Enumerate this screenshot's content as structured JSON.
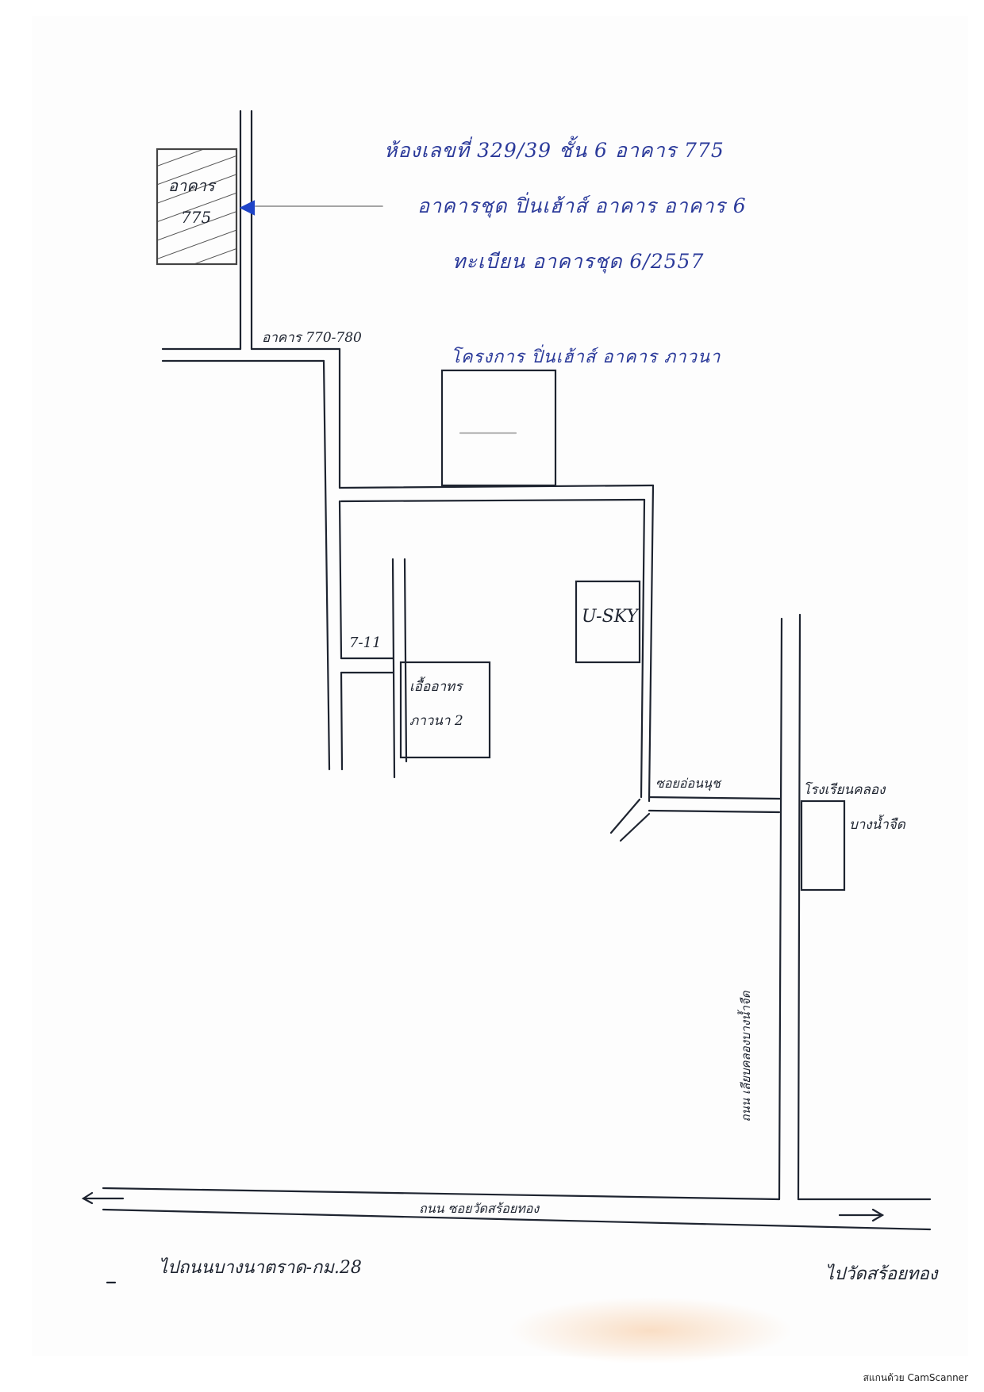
{
  "address": {
    "line1": "ห้องเลขที่ 329/39 ชั้น 6 อาคาร 775",
    "line2": "อาคารชุด ปิ่นเฮ้าส์ อาคาร อาคาร 6",
    "line3": "ทะเบียน อาคารชุด 6/2557"
  },
  "labels": {
    "building_775": [
      "อาคาร",
      "775"
    ],
    "buildings_range": "อาคาร 770-780",
    "project": "โครงการ ปิ่นเฮ้าส์ อาคาร ภาวนา",
    "seven_eleven": "7-11",
    "housing_2": [
      "เอื้ออาทร",
      "ภาวนา 2"
    ],
    "usky": "U-SKY",
    "alley": "ซอยอ่อนนุช",
    "school": [
      "โรงเรียนคลอง",
      "บางน้ำจืด"
    ],
    "road_vertical": "ถนน เลียบคลองบางน้ำจืด",
    "road_bottom": "ถนน ซอยวัดสร้อยทอง",
    "direction_left": "ไปถนนบางนาตราด-กม.28",
    "direction_right": "ไปวัดสร้อยทอง"
  },
  "colors": {
    "ink": "#1e2430",
    "note_ink": "#2b3a9a",
    "marker": "#1f44c8"
  },
  "footer": "สแกนด้วย CamScanner"
}
